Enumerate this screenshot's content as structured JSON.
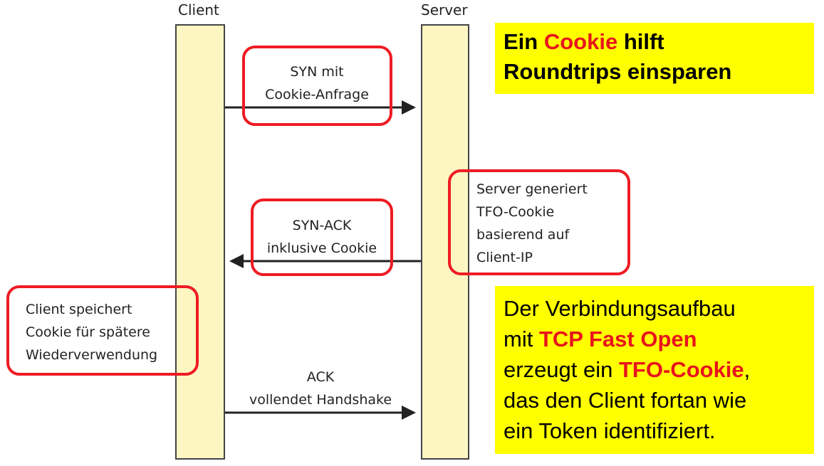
{
  "diagram": {
    "lanes": {
      "client": "Client",
      "server": "Server"
    },
    "messages": {
      "syn": [
        "SYN mit",
        "Cookie-Anfrage"
      ],
      "synack": [
        "SYN-ACK",
        "inklusive Cookie"
      ],
      "ack": [
        "ACK",
        "vollendet Handshake"
      ]
    },
    "notes": {
      "server": [
        "Server generiert",
        "TFO-Cookie",
        "basierend auf",
        "Client-IP"
      ],
      "client": [
        "Client speichert",
        "Cookie für spätere",
        "Wiederverwendung"
      ]
    },
    "colors": {
      "lane_fill": "#fdf6c3",
      "highlight_border": "#ee1c24",
      "callout_bg": "#ffff00",
      "emphasis": "#e8141c"
    }
  },
  "callouts": {
    "top": {
      "part1": "Ein ",
      "highlight": "Cookie",
      "part2": " hilft",
      "line2": "Roundtrips einsparen"
    },
    "bottom": {
      "line1": "Der Verbindungsaufbau",
      "line2_pre": "mit ",
      "line2_highlight": "TCP Fast Open",
      "line3_pre": "erzeugt ein ",
      "line3_highlight": "TFO-Cookie",
      "line3_post": ",",
      "line4": "das den Client fortan wie",
      "line5": "ein Token identifiziert."
    }
  }
}
